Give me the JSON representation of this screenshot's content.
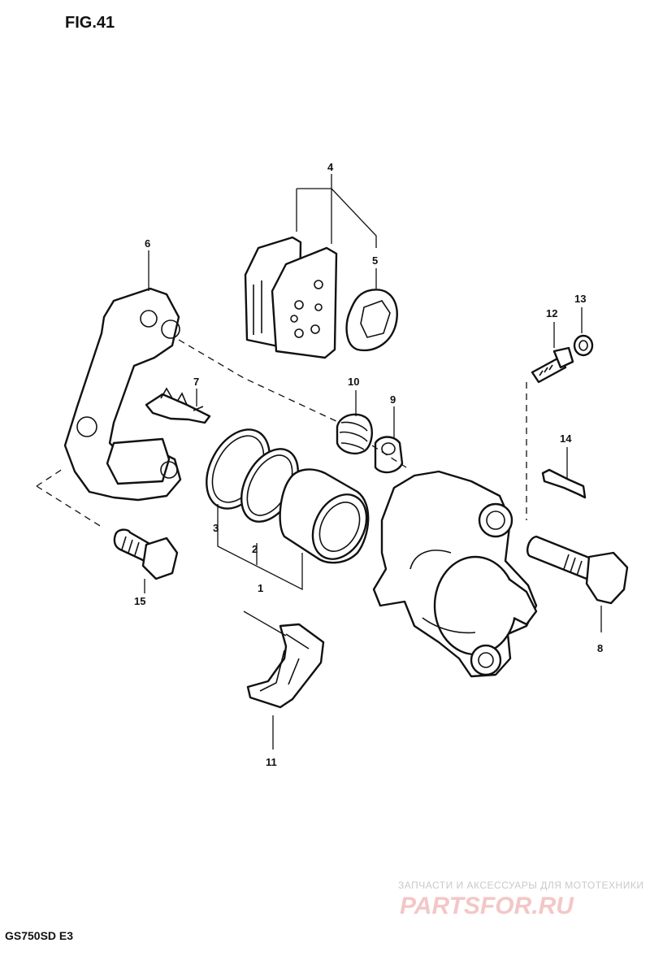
{
  "figure": {
    "title": "FIG.41",
    "model_code": "GS750SD E3"
  },
  "callouts": [
    {
      "id": "c1",
      "text": "1"
    },
    {
      "id": "c2",
      "text": "2"
    },
    {
      "id": "c3",
      "text": "3"
    },
    {
      "id": "c4",
      "text": "4"
    },
    {
      "id": "c5",
      "text": "5"
    },
    {
      "id": "c6",
      "text": "6"
    },
    {
      "id": "c7",
      "text": "7"
    },
    {
      "id": "c8",
      "text": "8"
    },
    {
      "id": "c9",
      "text": "9"
    },
    {
      "id": "c10",
      "text": "10"
    },
    {
      "id": "c11",
      "text": "11"
    },
    {
      "id": "c12",
      "text": "12"
    },
    {
      "id": "c13",
      "text": "13"
    },
    {
      "id": "c14",
      "text": "14"
    },
    {
      "id": "c15",
      "text": "15"
    }
  ],
  "watermark": {
    "tagline": "ЗАПЧАСТИ И АКСЕССУАРЫ ДЛЯ МОТОТЕХНИКИ",
    "brand": "PARTSFOR.RU"
  }
}
